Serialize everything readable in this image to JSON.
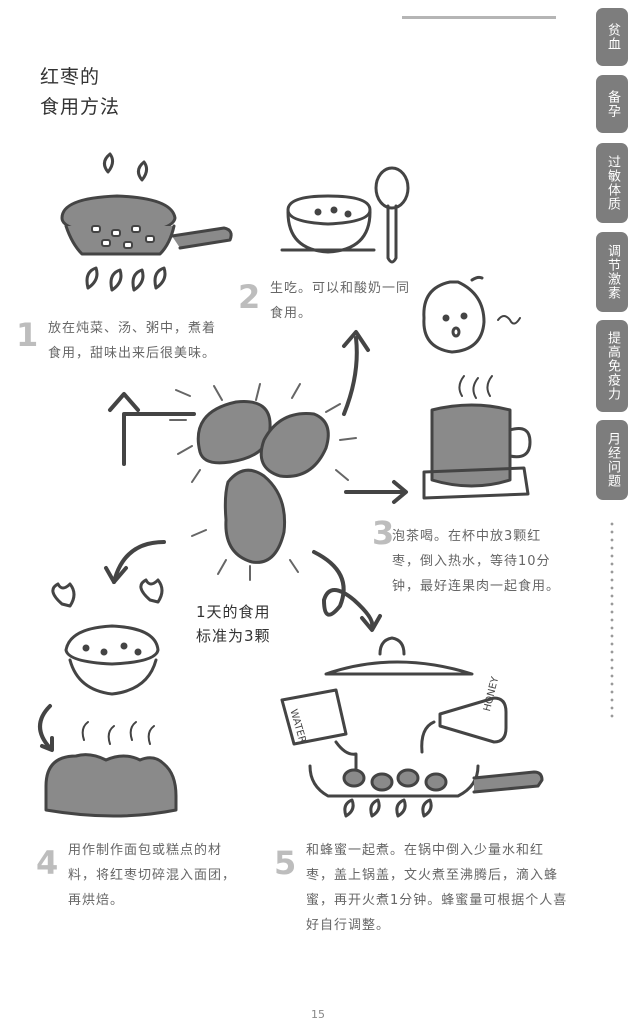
{
  "title": {
    "line1": "红枣的",
    "line2": "食用方法"
  },
  "side_tabs": [
    "贫血",
    "备孕",
    "过敏体质",
    "调节激素",
    "提高免疫力",
    "月经问题"
  ],
  "center_note": {
    "line1": "1天的食用",
    "line2": "标准为3颗"
  },
  "steps": [
    {
      "num": "1",
      "text": "放在炖菜、汤、粥中，煮着食用，甜味出来后很美味。"
    },
    {
      "num": "2",
      "text": "生吃。可以和酸奶一同食用。"
    },
    {
      "num": "3",
      "text": "泡茶喝。在杯中放3颗红枣，倒入热水，等待10分钟，最好连果肉一起食用。"
    },
    {
      "num": "4",
      "text": "用作制作面包或糕点的材料，将红枣切碎混入面团，再烘焙。"
    },
    {
      "num": "5",
      "text": "和蜂蜜一起煮。在锅中倒入少量水和红枣，盖上锅盖，文火煮至沸腾后，滴入蜂蜜，再开火煮1分钟。蜂蜜量可根据个人喜好自行调整。"
    }
  ],
  "labels": {
    "water": "WATER",
    "honey": "HONEY"
  },
  "page_number": "15"
}
